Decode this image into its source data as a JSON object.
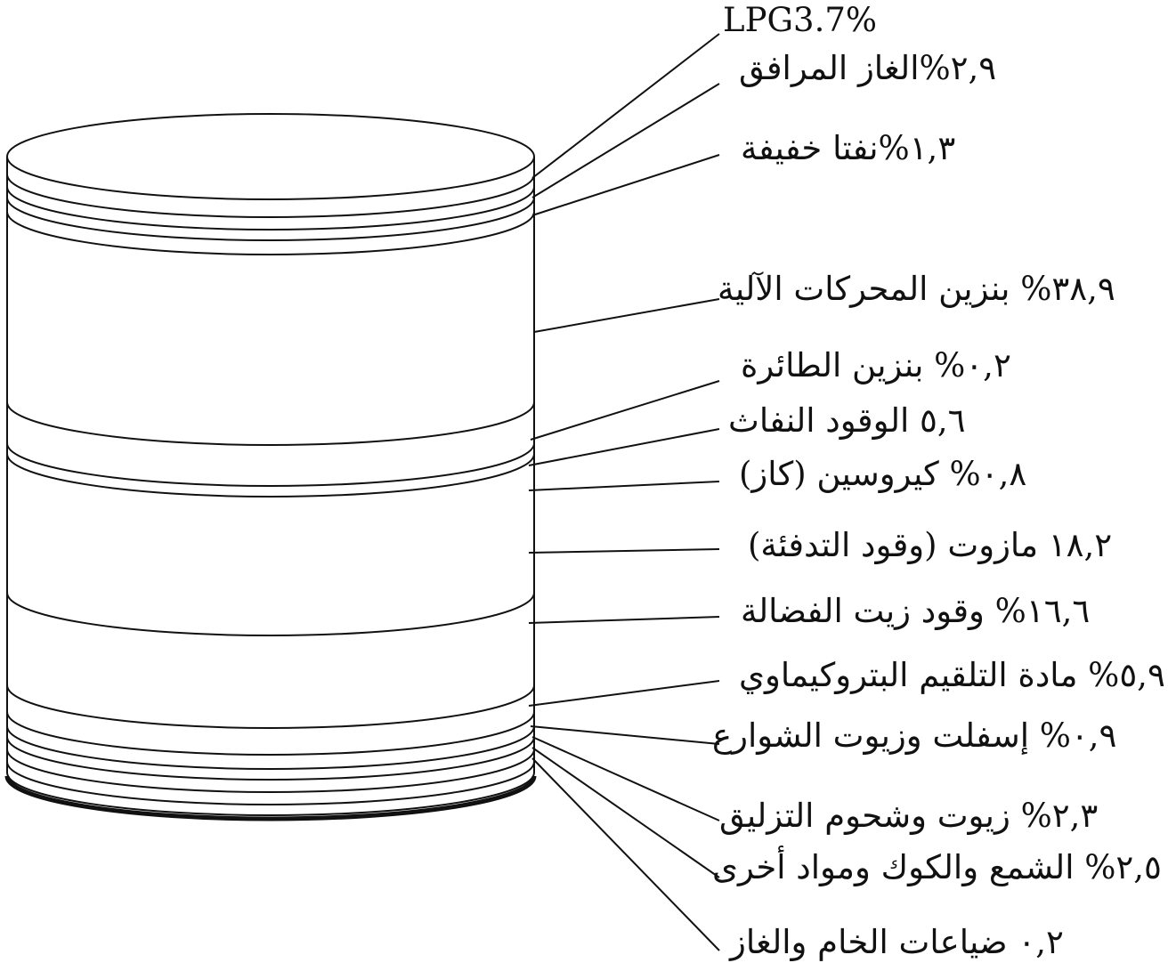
{
  "labels": {
    "lpg": "LPG3.7%",
    "associated_gas": "٢,٩%الغاز المرافق",
    "light_naphtha": "١,٣%نفتا خفيفة",
    "motor_gasoline": "٣٨,٩% بنزين المحركات الآلية",
    "aviation_gasoline": "٠,٢% بنزين الطائرة",
    "jet_fuel": "٥,٦ الوقود النفاث",
    "kerosene": "٠,٨% كيروسين (كاز)",
    "heating_fuel": "١٨,٢ مازوت (وقود التدفئة)",
    "residual_fuel": "١٦,٦% وقود زيت الفضالة",
    "petrochemical_feed": "٥,٩%   مادة التلقيم البتروكيماوي",
    "asphalt": "٠,٩% إسفلت وزيوت الشوارع",
    "lubricants": "٢,٣% زيوت وشحوم التزليق",
    "wax_coke": "٢,٥% الشمع والكوك ومواد أخرى",
    "losses": "٠,٢ ضياعات الخام والغاز"
  }
}
